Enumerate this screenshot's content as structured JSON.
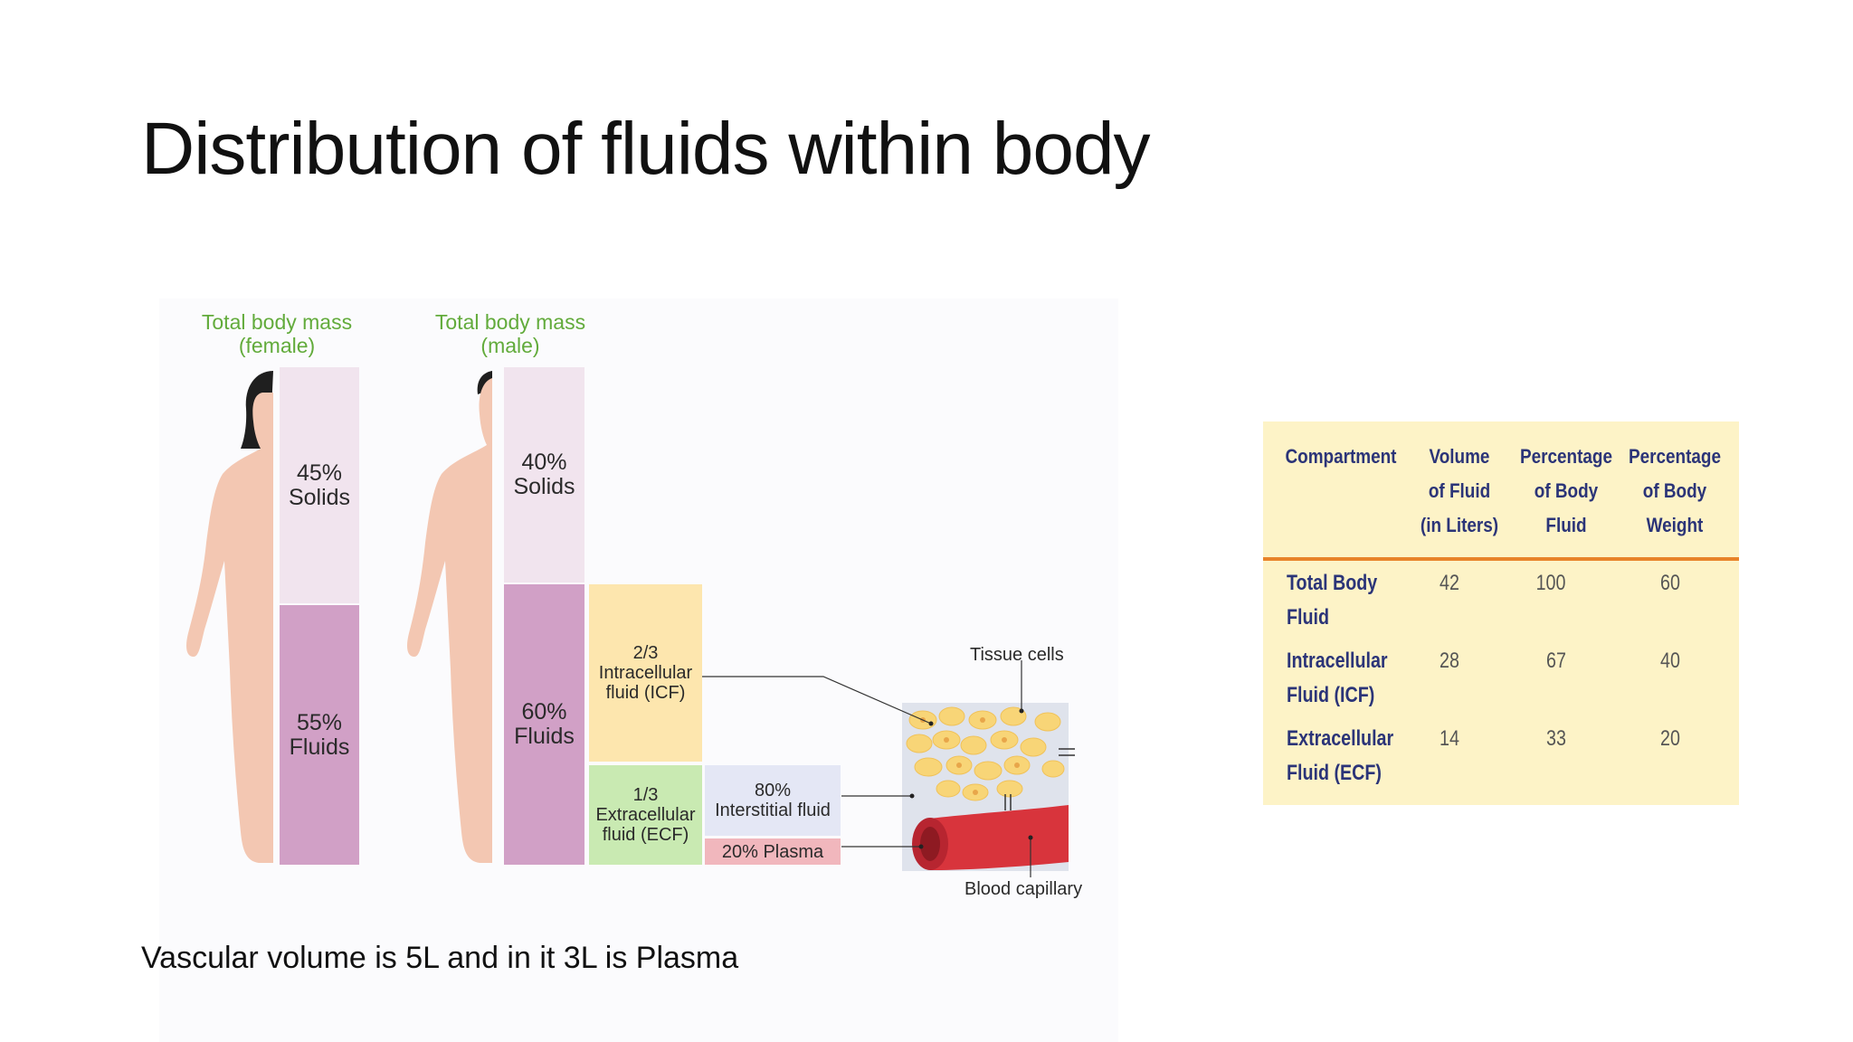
{
  "slide": {
    "title": "Distribution of fluids within body",
    "footnote": "Vascular volume is 5L and in it 3L is Plasma"
  },
  "diagram": {
    "female_label": [
      "Total body mass",
      "(female)"
    ],
    "male_label": [
      "Total body mass",
      "(male)"
    ],
    "female_solids": [
      "45%",
      "Solids"
    ],
    "female_fluids": [
      "55%",
      "Fluids"
    ],
    "male_solids": [
      "40%",
      "Solids"
    ],
    "male_fluids": [
      "60%",
      "Fluids"
    ],
    "icf": [
      "2/3",
      "Intracellular",
      "fluid (ICF)"
    ],
    "ecf": [
      "1/3",
      "Extracellular",
      "fluid (ECF)"
    ],
    "interstitial": [
      "80%",
      "Interstitial fluid"
    ],
    "plasma": "20% Plasma",
    "tissue_cells": "Tissue cells",
    "blood_capillary": "Blood capillary",
    "colors": {
      "label_green": "#62ab3b",
      "solids": "#f1e4ee",
      "fluids": "#d1a0c6",
      "icf": "#fde6ae",
      "ecf": "#c9eab2",
      "interstitial": "#e4e7f5",
      "plasma": "#f1b7bd",
      "skin": "#f3c7b2",
      "hair": "#1f1f1f",
      "capillary": "#d8343c",
      "cells": "#f8d577"
    }
  },
  "table": {
    "headers": [
      [
        "",
        "",
        "Compartment"
      ],
      [
        "Volume",
        "of Fluid",
        "(in Liters)"
      ],
      [
        "Percentage",
        "of Body",
        "Fluid"
      ],
      [
        "Percentage",
        "of Body",
        "Weight"
      ]
    ],
    "rows": [
      {
        "label": [
          "Total Body",
          "Fluid"
        ],
        "values": [
          "42",
          "100",
          "60"
        ]
      },
      {
        "label": [
          "Intracellular",
          "Fluid (ICF)"
        ],
        "values": [
          "28",
          "67",
          "40"
        ]
      },
      {
        "label": [
          "Extracellular",
          "Fluid (ECF)"
        ],
        "values": [
          "14",
          "33",
          "20"
        ]
      }
    ],
    "colors": {
      "background": "#fdf3c7",
      "header_text": "#2b3478",
      "rule": "#e8832a",
      "cell_text": "#555555"
    }
  }
}
